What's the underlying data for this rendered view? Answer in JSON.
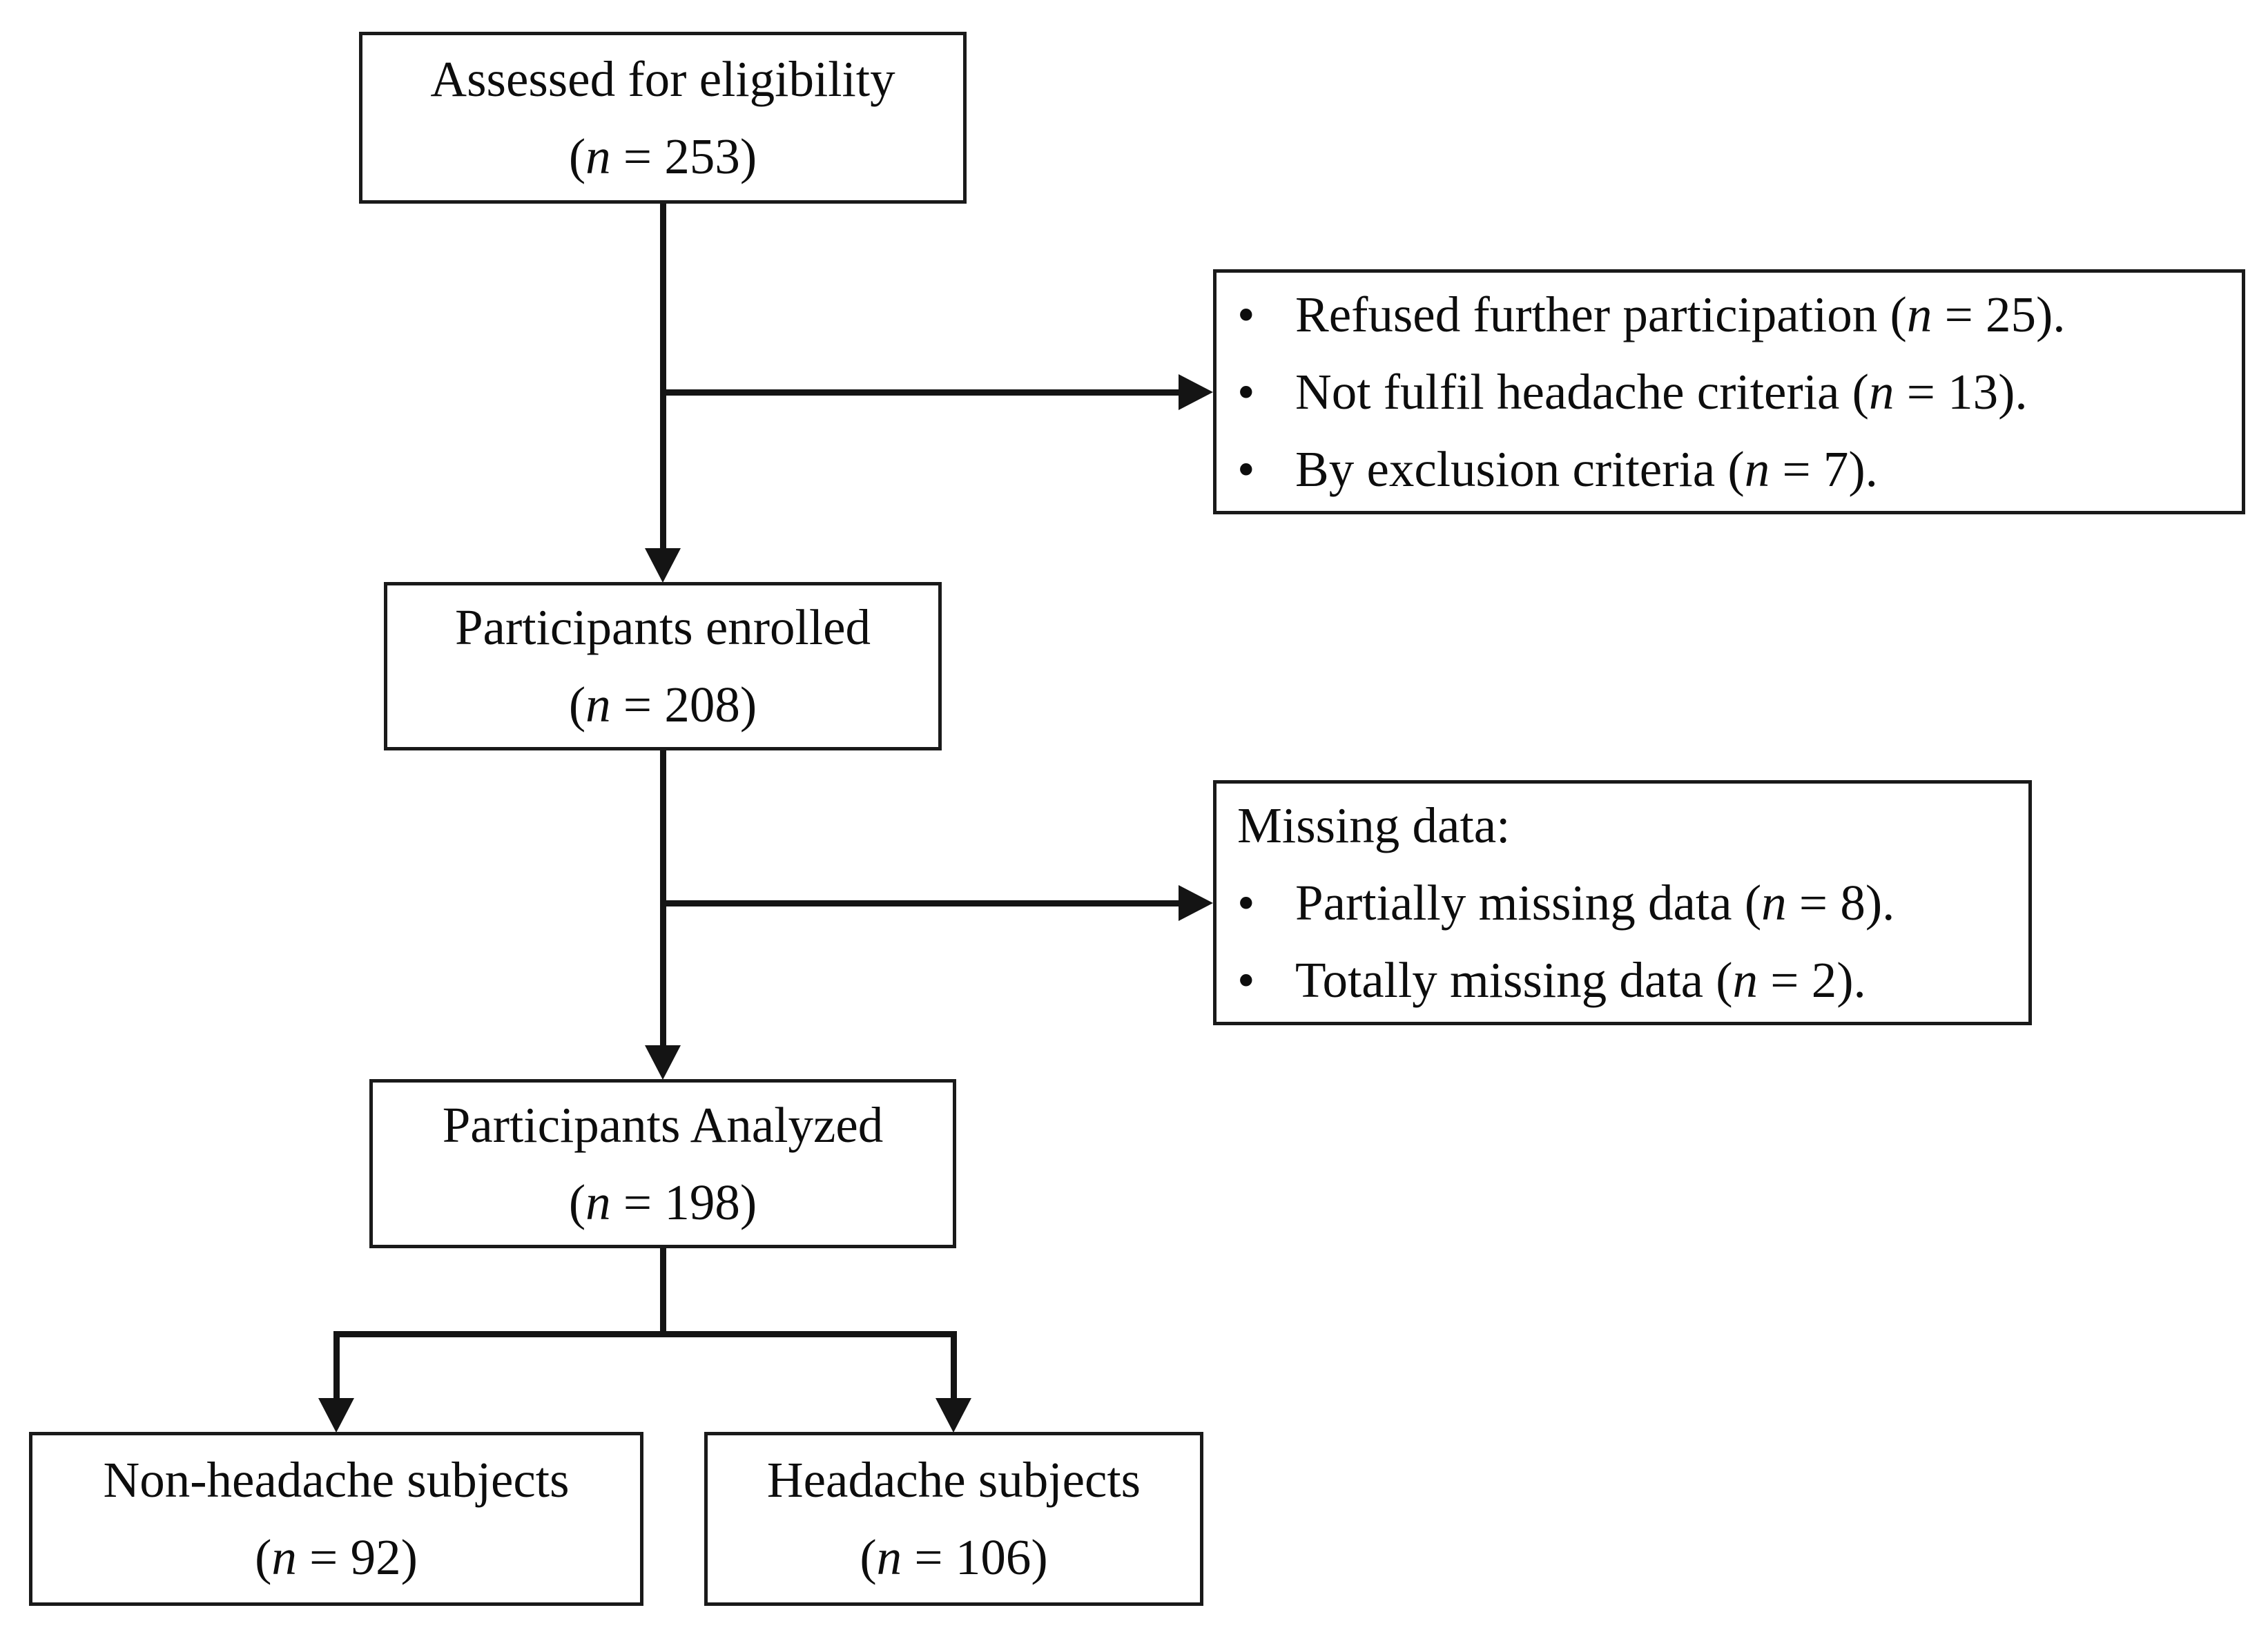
{
  "diagram": {
    "type": "flowchart",
    "colors": {
      "background": "#ffffff",
      "line": "#141414",
      "text": "#0d0d0d"
    },
    "nodes": {
      "assessed": {
        "title": "Assessed for eligibility",
        "count": {
          "pre": "(",
          "var": "n",
          "post": " = 253)"
        }
      },
      "excluded": {
        "bullet_char": "•",
        "items": [
          {
            "pre": "Refused further participation (",
            "var": "n",
            "post": " = 25)."
          },
          {
            "pre": "Not fulfil headache criteria (",
            "var": "n",
            "post": " = 13)."
          },
          {
            "pre": "By exclusion criteria (",
            "var": "n",
            "post": " = 7)."
          }
        ]
      },
      "enrolled": {
        "title": "Participants enrolled",
        "count": {
          "pre": "(",
          "var": "n",
          "post": " = 208)"
        }
      },
      "missing": {
        "heading": "Missing data:",
        "bullet_char": "•",
        "items": [
          {
            "pre": "Partially missing data (",
            "var": "n",
            "post": " = 8)."
          },
          {
            "pre": "Totally missing data (",
            "var": "n",
            "post": " = 2)."
          }
        ]
      },
      "analyzed": {
        "title": "Participants Analyzed",
        "count": {
          "pre": "(",
          "var": "n",
          "post": " = 198)"
        }
      },
      "non_headache": {
        "title": "Non-headache subjects",
        "count": {
          "pre": "(",
          "var": "n",
          "post": " = 92)"
        }
      },
      "headache": {
        "title": "Headache subjects",
        "count": {
          "pre": "(",
          "var": "n",
          "post": " = 106)"
        }
      }
    }
  }
}
